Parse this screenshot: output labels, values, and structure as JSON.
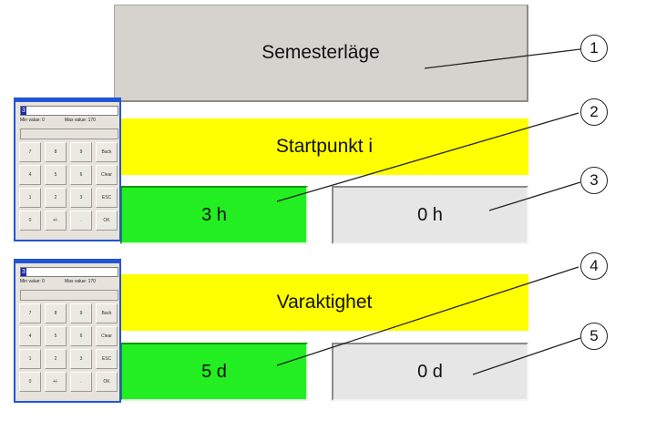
{
  "title_panel": {
    "label": "Semesterläge"
  },
  "start_section": {
    "header": "Startpunkt i",
    "value_label": "3 h",
    "offset_label": "0 h"
  },
  "duration_section": {
    "header": "Varaktighet",
    "value_label": "5 d",
    "offset_label": "0 d"
  },
  "keypad_1": {
    "input_value": "3",
    "min_label": "Min value:  0",
    "max_label": "Max value:  170",
    "keys": [
      "7",
      "8",
      "9",
      "Back",
      "4",
      "5",
      "6",
      "Clear",
      "1",
      "2",
      "3",
      "ESC",
      "0",
      "+/-",
      ".",
      "OK"
    ]
  },
  "keypad_2": {
    "input_value": "3",
    "min_label": "Min value:  0",
    "max_label": "Max value:  170",
    "keys": [
      "7",
      "8",
      "9",
      "Back",
      "4",
      "5",
      "6",
      "Clear",
      "1",
      "2",
      "3",
      "ESC",
      "0",
      "+/-",
      ".",
      "OK"
    ]
  },
  "callouts": [
    "1",
    "2",
    "3",
    "4",
    "5"
  ],
  "colors": {
    "title_bg": "#d6d3ce",
    "header_bg": "#ffff00",
    "active_value_bg": "#22ee22",
    "inactive_value_bg": "#e6e6e6",
    "keypad_frame": "#2255d4"
  }
}
